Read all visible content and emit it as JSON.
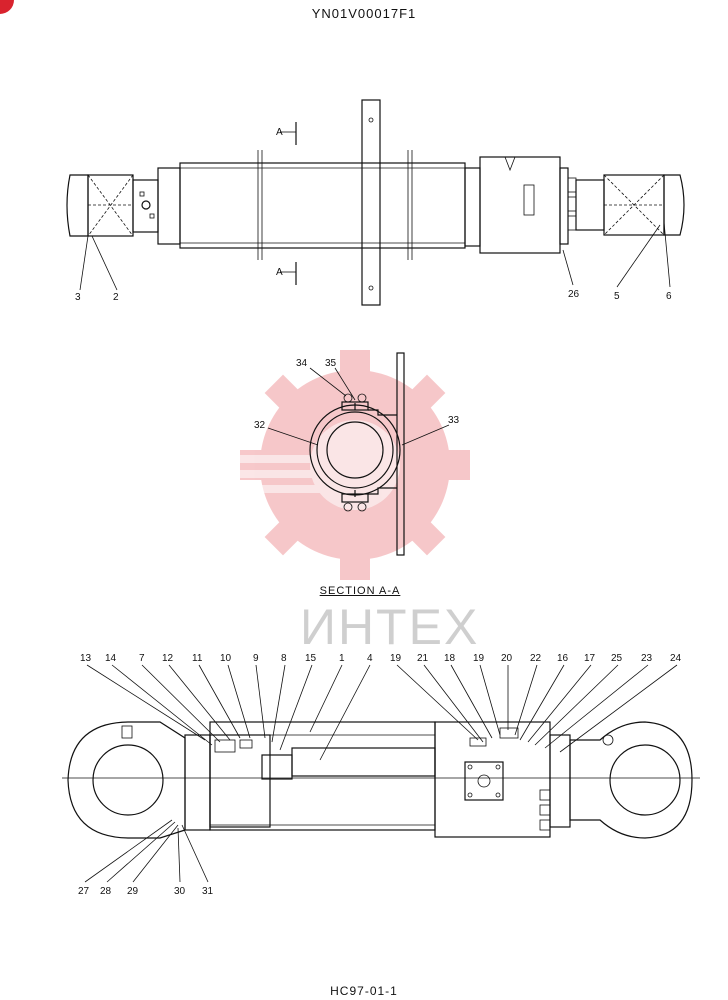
{
  "document_code": "YN01V00017F1",
  "sheet_code": "HC97-01-1",
  "section_label": "SECTION A-A",
  "section_arrow_label": "A",
  "watermark_text": "ИНТЕХ",
  "colors": {
    "watermark": "#e2393f",
    "corner_mark": "#d9232e"
  },
  "top_view_callouts": [
    "3",
    "2",
    "26",
    "5",
    "6"
  ],
  "section_callouts": [
    "34",
    "35",
    "32",
    "33"
  ],
  "detail_top_callouts": [
    "13",
    "14",
    "7",
    "12",
    "11",
    "10",
    "9",
    "8",
    "15",
    "1",
    "4",
    "19",
    "21",
    "18",
    "19",
    "20",
    "22",
    "16",
    "17",
    "25",
    "23",
    "24"
  ],
  "detail_bottom_callouts": [
    "27",
    "28",
    "29",
    "30",
    "31"
  ]
}
